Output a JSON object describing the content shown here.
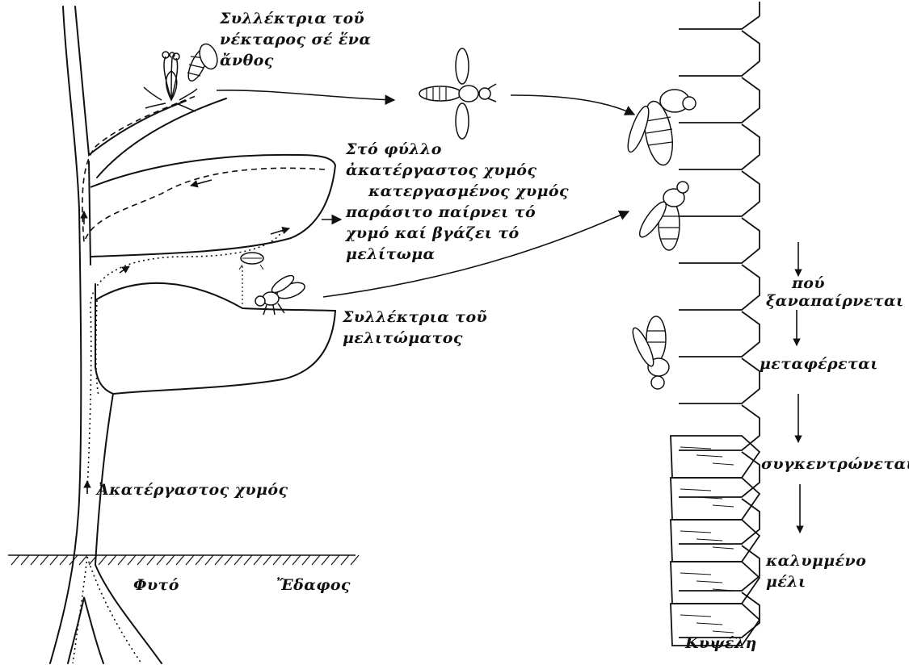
{
  "colors": {
    "ink": "#111111",
    "background": "#ffffff"
  },
  "labels": {
    "nectar_collector": [
      "Συλλέκτρια τοῦ",
      "νέκταρος σέ ἕνα",
      "ἄνθος"
    ],
    "in_leaf": [
      "Στό φύλλο",
      "ἀκατέργαστος χυμός",
      "κατεργασμένος χυμός",
      "παράσιτο παίρνει τό",
      "χυμό καί βγάζει τό",
      "μελίτωμα"
    ],
    "honeydew_collector": [
      "Συλλέκτρια τοῦ",
      "μελιτώματος"
    ],
    "raw_sap": "Ἀκατέργαστος χυμός",
    "plant": "Φυτό",
    "soil": "Ἔδαφος",
    "hive": "Κυψέλη",
    "hive_steps": {
      "taken_again": [
        "πού",
        "ξαναπαίρνεται"
      ],
      "transferred": "μεταφέρεται",
      "concentrated": "συγκεντρώνεται",
      "capped_honey": [
        "καλυμμένο",
        "μέλι"
      ]
    }
  },
  "icons": [
    "flower-icon",
    "bee-icon",
    "aphid-icon",
    "honeycomb-icon"
  ]
}
